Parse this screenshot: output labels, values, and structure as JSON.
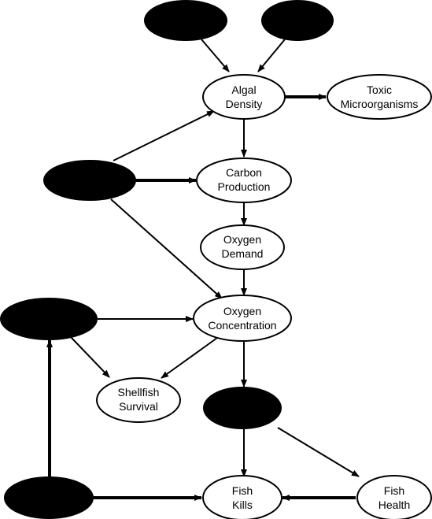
{
  "colors": {
    "background": "#ffffff",
    "stroke": "#000000",
    "filled_node": "#000000",
    "open_node": "#ffffff"
  },
  "nodes": {
    "hidden_top_left": {
      "label": ""
    },
    "hidden_top_right": {
      "label": ""
    },
    "hidden_mid_left": {
      "label": ""
    },
    "hidden_lower_left": {
      "label": ""
    },
    "hidden_bottom_left": {
      "label": ""
    },
    "hidden_center_lower": {
      "label": ""
    },
    "algal_density": {
      "line1": "Algal",
      "line2": "Density"
    },
    "toxic_microorganisms": {
      "line1": "Toxic",
      "line2": "Microorganisms"
    },
    "carbon_production": {
      "line1": "Carbon",
      "line2": "Production"
    },
    "oxygen_demand": {
      "line1": "Oxygen",
      "line2": "Demand"
    },
    "oxygen_concentration": {
      "line1": "Oxygen",
      "line2": "Concentration"
    },
    "shellfish_survival": {
      "line1": "Shellfish",
      "line2": "Survival"
    },
    "fish_kills": {
      "line1": "Fish",
      "line2": "Kills"
    },
    "fish_health": {
      "line1": "Fish",
      "line2": "Health"
    }
  }
}
